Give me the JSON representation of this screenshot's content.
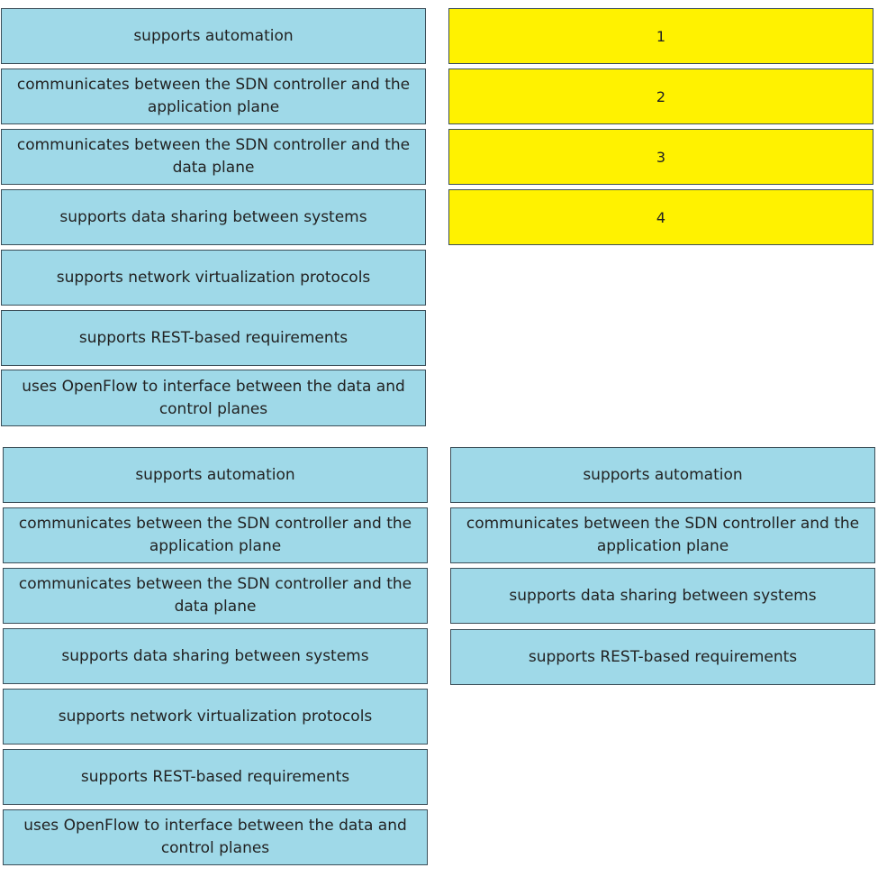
{
  "question": {
    "options": [
      "supports automation",
      "communicates between the SDN controller and the application plane",
      "communicates between the SDN controller and the data plane",
      "supports data sharing between systems",
      "supports network virtualization protocols",
      "supports REST-based requirements",
      "uses OpenFlow to interface between the data and control planes"
    ],
    "slots": [
      "1",
      "2",
      "3",
      "4"
    ]
  },
  "answer": {
    "options": [
      "supports automation",
      "communicates between the SDN controller and the application plane",
      "communicates between the SDN controller and the data plane",
      "supports data sharing between systems",
      "supports network virtualization protocols",
      "supports REST-based requirements",
      "uses OpenFlow to interface between the data and control planes"
    ],
    "placed": [
      "supports automation",
      "communicates between the SDN controller and the application plane",
      "supports data sharing between systems",
      "supports REST-based requirements"
    ]
  },
  "colors": {
    "option_bg": "#9fd9e8",
    "slot_bg": "#fff200",
    "border": "#3c4f59"
  }
}
